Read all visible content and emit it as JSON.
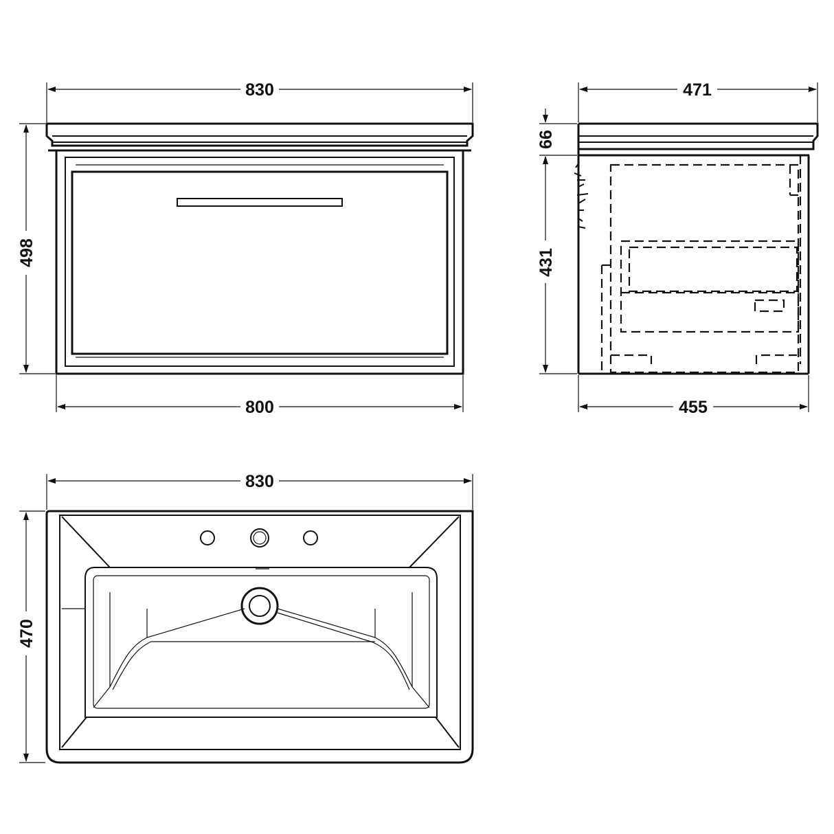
{
  "dimensions": {
    "front_width_top": "830",
    "front_width_bottom": "800",
    "front_height": "498",
    "side_depth_top": "471",
    "side_depth_bottom": "455",
    "side_basin_height": "66",
    "side_unit_height": "431",
    "plan_width": "830",
    "plan_depth": "470"
  },
  "colors": {
    "line": "#111111",
    "background": "#ffffff"
  }
}
